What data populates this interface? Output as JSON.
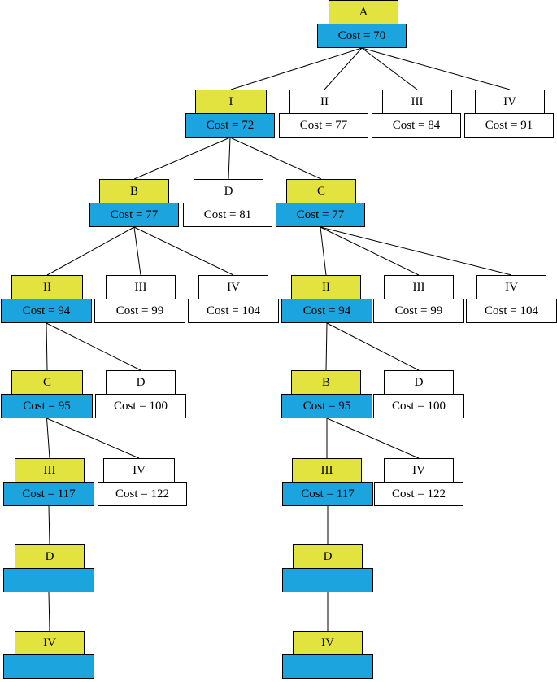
{
  "colors": {
    "expanded_label": "#e3e33f",
    "expanded_cost": "#1ca4df",
    "unexpanded": "#ffffff",
    "edge": "#000000"
  },
  "nodes": [
    {
      "id": "n-a",
      "label": "A",
      "cost": "Cost = 70",
      "expanded": true
    },
    {
      "id": "n-i",
      "label": "I",
      "cost": "Cost = 72",
      "expanded": true
    },
    {
      "id": "n-ii-1",
      "label": "II",
      "cost": "Cost = 77",
      "expanded": false
    },
    {
      "id": "n-iii-1",
      "label": "III",
      "cost": "Cost = 84",
      "expanded": false
    },
    {
      "id": "n-iv-1",
      "label": "IV",
      "cost": "Cost = 91",
      "expanded": false
    },
    {
      "id": "n-b",
      "label": "B",
      "cost": "Cost = 77",
      "expanded": true
    },
    {
      "id": "n-d-1",
      "label": "D",
      "cost": "Cost = 81",
      "expanded": false
    },
    {
      "id": "n-c",
      "label": "C",
      "cost": "Cost = 77",
      "expanded": true
    },
    {
      "id": "n-ii-b",
      "label": "II",
      "cost": "Cost = 94",
      "expanded": true
    },
    {
      "id": "n-iii-b",
      "label": "III",
      "cost": "Cost = 99",
      "expanded": false
    },
    {
      "id": "n-iv-b",
      "label": "IV",
      "cost": "Cost = 104",
      "expanded": false
    },
    {
      "id": "n-ii-c",
      "label": "II",
      "cost": "Cost = 94",
      "expanded": true
    },
    {
      "id": "n-iii-c",
      "label": "III",
      "cost": "Cost = 99",
      "expanded": false
    },
    {
      "id": "n-iv-c",
      "label": "IV",
      "cost": "Cost = 104",
      "expanded": false
    },
    {
      "id": "n-c-l",
      "label": "C",
      "cost": "Cost = 95",
      "expanded": true
    },
    {
      "id": "n-d-l",
      "label": "D",
      "cost": "Cost = 100",
      "expanded": false
    },
    {
      "id": "n-b-r",
      "label": "B",
      "cost": "Cost = 95",
      "expanded": true
    },
    {
      "id": "n-d-r",
      "label": "D",
      "cost": "Cost = 100",
      "expanded": false
    },
    {
      "id": "n-iii-l",
      "label": "III",
      "cost": "Cost = 117",
      "expanded": true
    },
    {
      "id": "n-iv-l",
      "label": "IV",
      "cost": "Cost = 122",
      "expanded": false
    },
    {
      "id": "n-iii-r",
      "label": "III",
      "cost": "Cost = 117",
      "expanded": true
    },
    {
      "id": "n-iv-r",
      "label": "IV",
      "cost": "Cost = 122",
      "expanded": false
    },
    {
      "id": "n-d-l2",
      "label": "D",
      "cost": "",
      "expanded": true
    },
    {
      "id": "n-d-r2",
      "label": "D",
      "cost": "",
      "expanded": true
    },
    {
      "id": "n-iv-l2",
      "label": "IV",
      "cost": "",
      "expanded": true
    },
    {
      "id": "n-iv-r2",
      "label": "IV",
      "cost": "",
      "expanded": true
    }
  ],
  "edges": [
    [
      "n-a",
      "n-i"
    ],
    [
      "n-a",
      "n-ii-1"
    ],
    [
      "n-a",
      "n-iii-1"
    ],
    [
      "n-a",
      "n-iv-1"
    ],
    [
      "n-i",
      "n-b"
    ],
    [
      "n-i",
      "n-d-1"
    ],
    [
      "n-i",
      "n-c"
    ],
    [
      "n-b",
      "n-ii-b"
    ],
    [
      "n-b",
      "n-iii-b"
    ],
    [
      "n-b",
      "n-iv-b"
    ],
    [
      "n-c",
      "n-ii-c"
    ],
    [
      "n-c",
      "n-iii-c"
    ],
    [
      "n-c",
      "n-iv-c"
    ],
    [
      "n-ii-b",
      "n-c-l"
    ],
    [
      "n-ii-b",
      "n-d-l"
    ],
    [
      "n-ii-c",
      "n-b-r"
    ],
    [
      "n-ii-c",
      "n-d-r"
    ],
    [
      "n-c-l",
      "n-iii-l"
    ],
    [
      "n-c-l",
      "n-iv-l"
    ],
    [
      "n-b-r",
      "n-iii-r"
    ],
    [
      "n-b-r",
      "n-iv-r"
    ],
    [
      "n-iii-l",
      "n-d-l2"
    ],
    [
      "n-iii-r",
      "n-d-r2"
    ],
    [
      "n-d-l2",
      "n-iv-l2"
    ],
    [
      "n-d-r2",
      "n-iv-r2"
    ]
  ]
}
